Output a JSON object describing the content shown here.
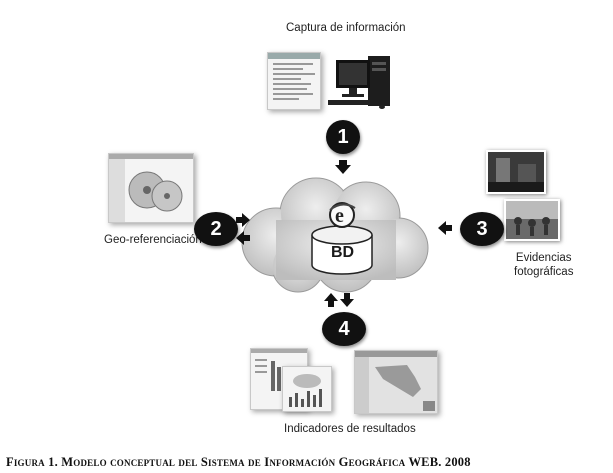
{
  "labels": {
    "captura": "Captura de información",
    "georef": "Geo-referenciación",
    "evidencias_line1": "Evidencias",
    "evidencias_line2": "fotográficas",
    "indicadores": "Indicadores de resultados"
  },
  "database_label": "BD",
  "steps": [
    "1",
    "2",
    "3",
    "4"
  ],
  "caption": "Figura 1. Modelo conceptual del Sistema de Información Geográfica WEB. 2008",
  "colors": {
    "badge": "#111111",
    "cloud": "#d8d8d8",
    "arrow": "#111111"
  }
}
